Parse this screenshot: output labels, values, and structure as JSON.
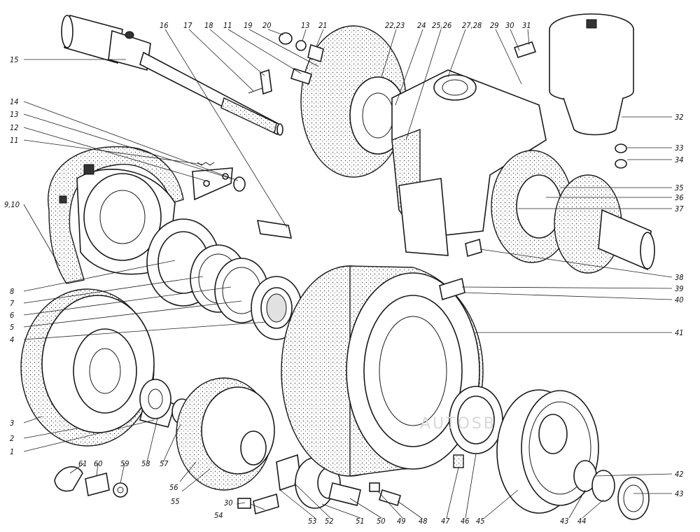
{
  "watermark": "AUTOSB",
  "callouts": [
    {
      "id": "c-15",
      "text": "15"
    },
    {
      "id": "c-14",
      "text": "14"
    },
    {
      "id": "c-13",
      "text": "13"
    },
    {
      "id": "c-12",
      "text": "12"
    },
    {
      "id": "c-11a",
      "text": "11"
    },
    {
      "id": "c-910",
      "text": "9,10"
    },
    {
      "id": "c-8",
      "text": "8"
    },
    {
      "id": "c-7",
      "text": "7"
    },
    {
      "id": "c-6",
      "text": "6"
    },
    {
      "id": "c-5",
      "text": "5"
    },
    {
      "id": "c-4",
      "text": "4"
    },
    {
      "id": "c-3",
      "text": "3"
    },
    {
      "id": "c-2",
      "text": "2"
    },
    {
      "id": "c-1",
      "text": "1"
    },
    {
      "id": "c-16",
      "text": "16"
    },
    {
      "id": "c-17",
      "text": "17"
    },
    {
      "id": "c-18",
      "text": "18"
    },
    {
      "id": "c-11b",
      "text": "11"
    },
    {
      "id": "c-19",
      "text": "19"
    },
    {
      "id": "c-20",
      "text": "20"
    },
    {
      "id": "c-13b",
      "text": "13"
    },
    {
      "id": "c-21",
      "text": "21"
    },
    {
      "id": "c-2223",
      "text": "22,23"
    },
    {
      "id": "c-24",
      "text": "24"
    },
    {
      "id": "c-2526",
      "text": "25,26"
    },
    {
      "id": "c-2728",
      "text": "27,28"
    },
    {
      "id": "c-29",
      "text": "29"
    },
    {
      "id": "c-30a",
      "text": "30"
    },
    {
      "id": "c-31",
      "text": "31"
    },
    {
      "id": "c-32",
      "text": "32"
    },
    {
      "id": "c-33",
      "text": "33"
    },
    {
      "id": "c-34",
      "text": "34"
    },
    {
      "id": "c-35",
      "text": "35"
    },
    {
      "id": "c-36",
      "text": "36"
    },
    {
      "id": "c-37",
      "text": "37"
    },
    {
      "id": "c-38",
      "text": "38"
    },
    {
      "id": "c-39",
      "text": "39"
    },
    {
      "id": "c-40",
      "text": "40"
    },
    {
      "id": "c-41",
      "text": "41"
    },
    {
      "id": "c-42",
      "text": "42"
    },
    {
      "id": "c-43a",
      "text": "43"
    },
    {
      "id": "c-43b",
      "text": "43"
    },
    {
      "id": "c-44",
      "text": "44"
    },
    {
      "id": "c-45",
      "text": "45"
    },
    {
      "id": "c-46",
      "text": "46"
    },
    {
      "id": "c-47",
      "text": "47"
    },
    {
      "id": "c-48",
      "text": "48"
    },
    {
      "id": "c-49",
      "text": "49"
    },
    {
      "id": "c-50",
      "text": "50"
    },
    {
      "id": "c-51",
      "text": "51"
    },
    {
      "id": "c-52",
      "text": "52"
    },
    {
      "id": "c-53",
      "text": "53"
    },
    {
      "id": "c-54",
      "text": "54"
    },
    {
      "id": "c-30b",
      "text": "30"
    },
    {
      "id": "c-55",
      "text": "55"
    },
    {
      "id": "c-56",
      "text": "56"
    },
    {
      "id": "c-57",
      "text": "57"
    },
    {
      "id": "c-58",
      "text": "58"
    },
    {
      "id": "c-59",
      "text": "59"
    },
    {
      "id": "c-60",
      "text": "60"
    },
    {
      "id": "c-61",
      "text": "61"
    }
  ]
}
